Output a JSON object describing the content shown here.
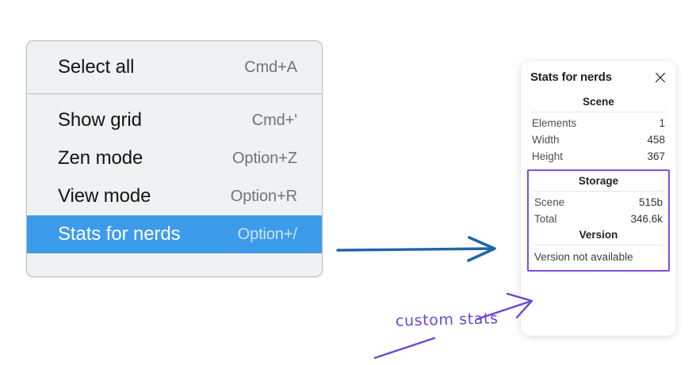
{
  "context_menu": {
    "name": "context-menu",
    "groups": [
      {
        "items": [
          {
            "label": "Select all",
            "shortcut": "Cmd+A",
            "selected": false
          }
        ]
      },
      {
        "items": [
          {
            "label": "Show grid",
            "shortcut": "Cmd+'",
            "selected": false
          },
          {
            "label": "Zen mode",
            "shortcut": "Option+Z",
            "selected": false
          },
          {
            "label": "View mode",
            "shortcut": "Option+R",
            "selected": false
          },
          {
            "label": "Stats for nerds",
            "shortcut": "Option+/",
            "selected": true
          }
        ]
      }
    ],
    "selected_color": "#3d9bec",
    "background": "#f0f1f3"
  },
  "stats_panel": {
    "title": "Stats for nerds",
    "close_icon": "close-icon",
    "scene": {
      "heading": "Scene",
      "rows": [
        {
          "key": "Elements",
          "value": "1"
        },
        {
          "key": "Width",
          "value": "458"
        },
        {
          "key": "Height",
          "value": "367"
        }
      ]
    },
    "storage": {
      "heading": "Storage",
      "rows": [
        {
          "key": "Scene",
          "value": "515b"
        },
        {
          "key": "Total",
          "value": "346.6k"
        }
      ]
    },
    "version": {
      "heading": "Version",
      "text": "Version not available"
    },
    "highlight_color": "#7c4dde"
  },
  "annotations": {
    "handwritten_label": "custom stats",
    "blue_arrow_color": "#1f66a8",
    "purple_color": "#6b46d6"
  }
}
